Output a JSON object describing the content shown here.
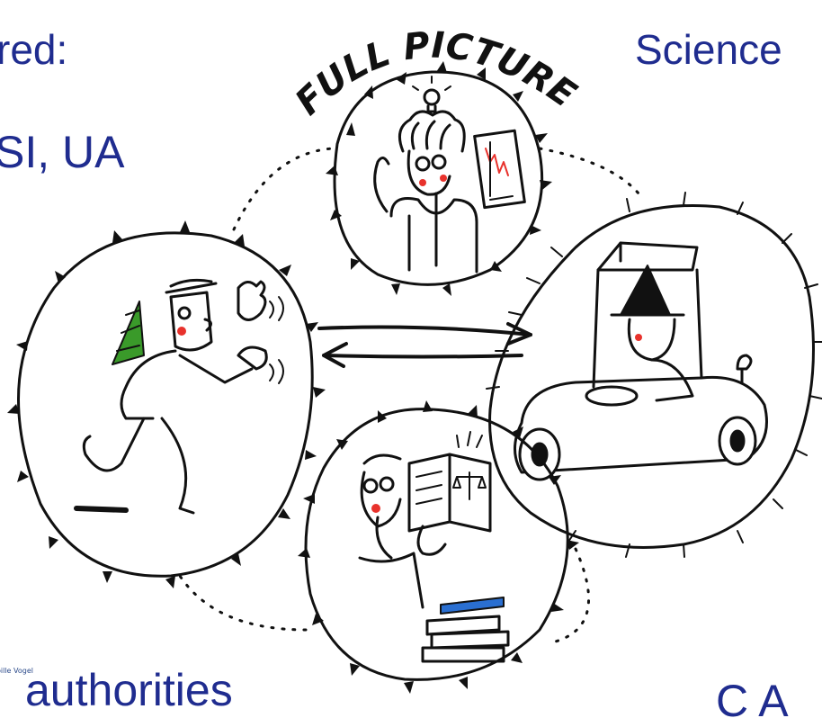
{
  "slide": {
    "text_top_left_1": "red:",
    "text_top_left_2": "SI, UA",
    "text_top_right": "Science",
    "text_bottom_left": "authorities",
    "text_bottom_right": "C A",
    "handwritten_title": "FULL PICTURE",
    "artist_signature": "Sybille Vogel"
  },
  "colors": {
    "text_blue": "#1f2c8f",
    "ink": "#111111",
    "tree_green": "#3a9a2a",
    "cheek_red": "#e8322c",
    "book_blue": "#2a6fd1"
  },
  "illustration": {
    "scenes": [
      "scientist-with-chart",
      "hiker-with-tree",
      "driver-in-car",
      "lawyer-with-books"
    ]
  }
}
